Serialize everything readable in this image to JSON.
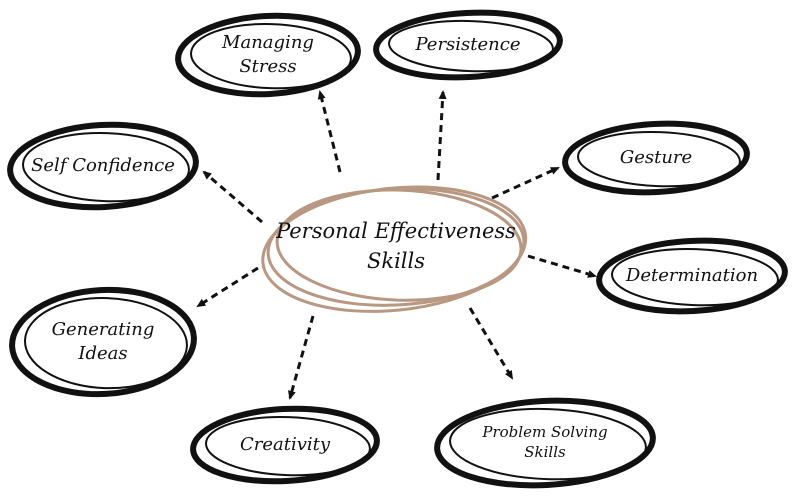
{
  "colors": {
    "ink": "#111111",
    "center_ring": "#b89882",
    "background": "#ffffff"
  },
  "center": {
    "label_lines": [
      "Personal Effectiveness",
      "Skills"
    ]
  },
  "nodes": [
    {
      "id": "managing-stress",
      "label_lines": [
        "Managing",
        "Stress"
      ]
    },
    {
      "id": "persistence",
      "label_lines": [
        "Persistence"
      ]
    },
    {
      "id": "self-confidence",
      "label_lines": [
        "Self Confidence"
      ]
    },
    {
      "id": "gesture",
      "label_lines": [
        "Gesture"
      ]
    },
    {
      "id": "determination",
      "label_lines": [
        "Determination"
      ]
    },
    {
      "id": "generating-ideas",
      "label_lines": [
        "Generating",
        "Ideas"
      ]
    },
    {
      "id": "creativity",
      "label_lines": [
        "Creativity"
      ]
    },
    {
      "id": "problem-solving-skills",
      "label_lines": [
        "Problem Solving",
        "Skills"
      ]
    }
  ]
}
